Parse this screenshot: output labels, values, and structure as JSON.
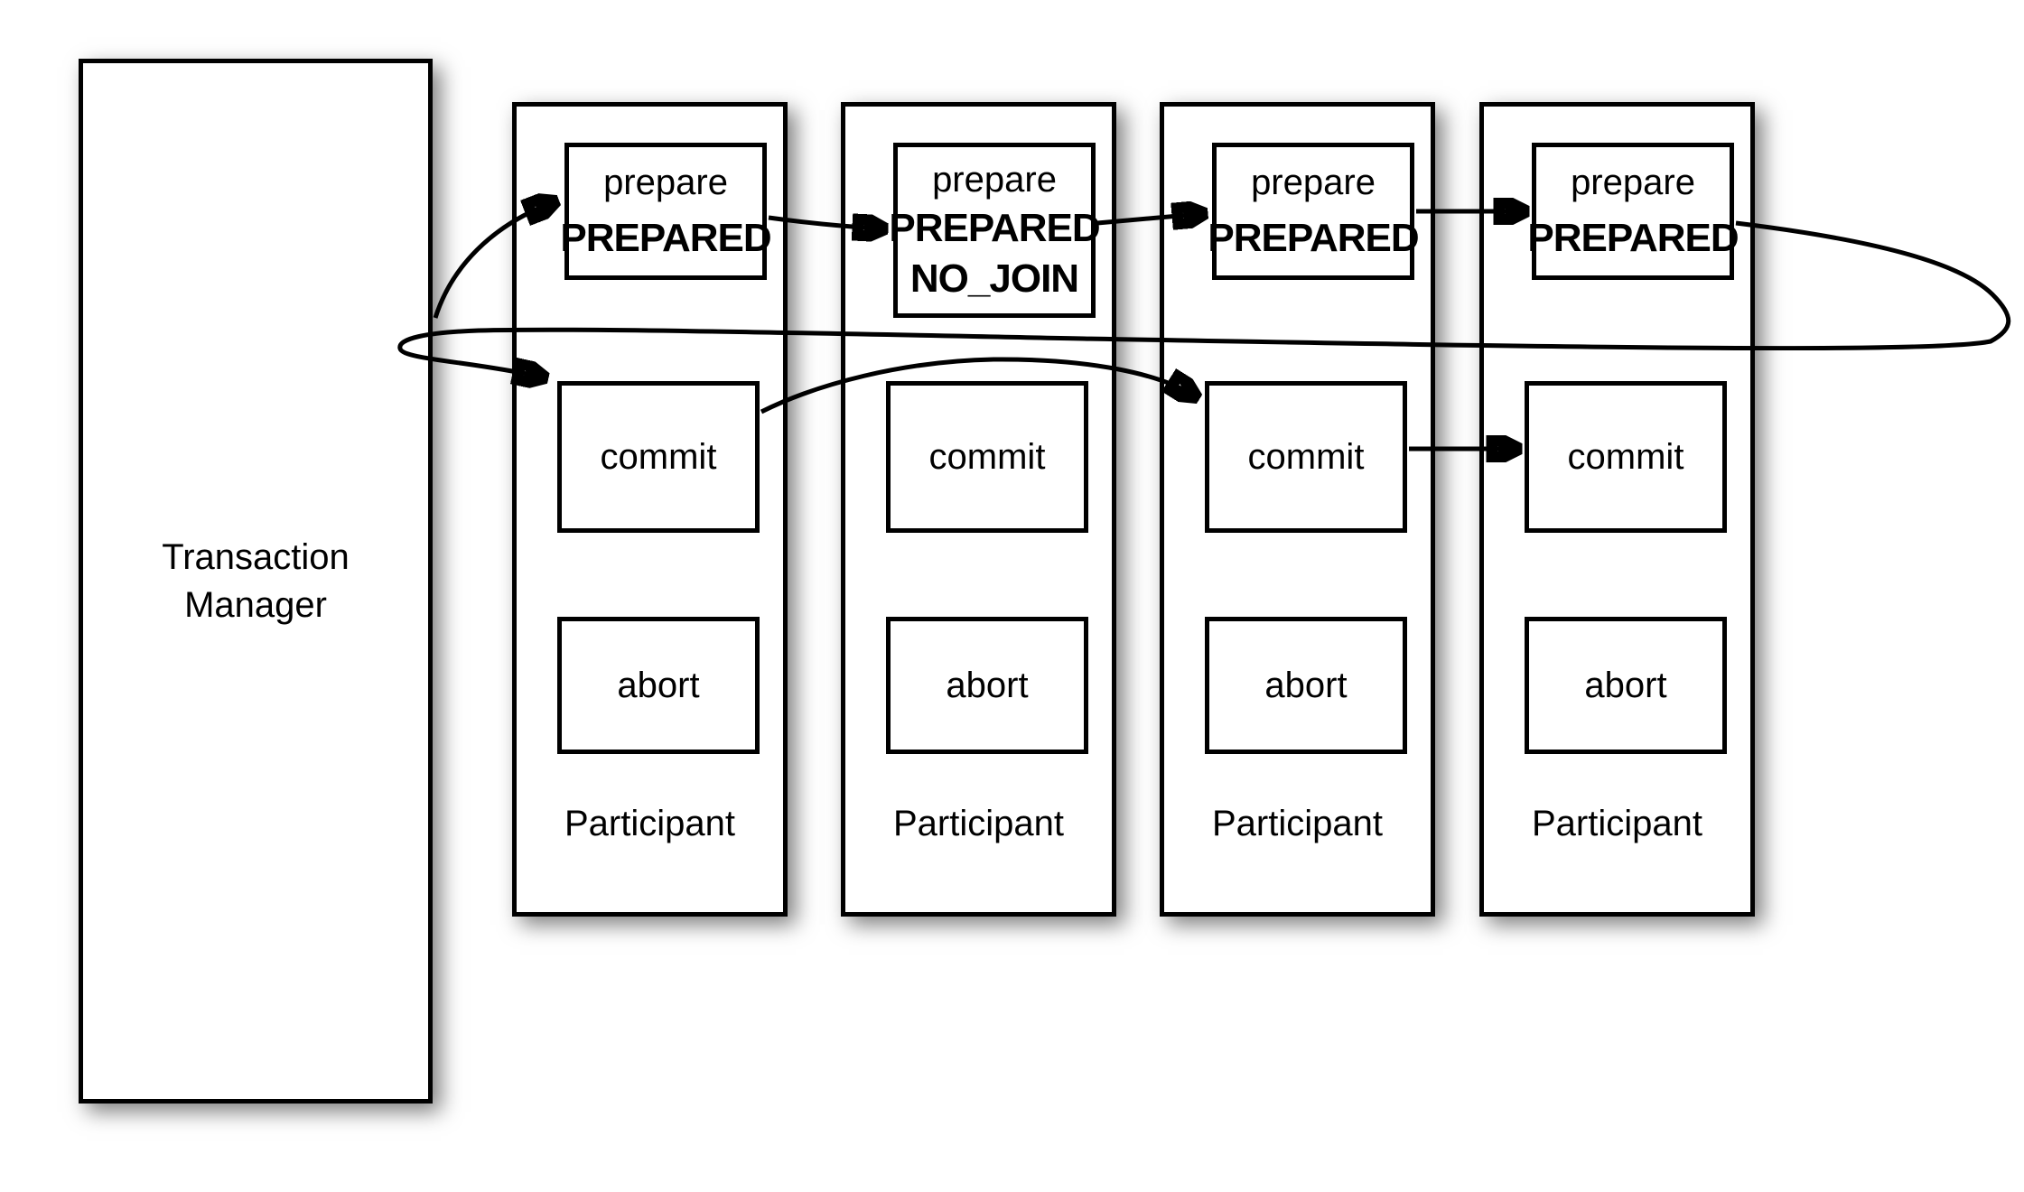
{
  "colors": {
    "line": "#000000",
    "background": "#ffffff",
    "box_fill": "#ffffff"
  },
  "transaction_manager": {
    "label_lines": [
      "Transaction",
      "Manager"
    ]
  },
  "participants": [
    {
      "label": "Participant",
      "prepare_action": "prepare",
      "prepare_states": [
        "PREPARED"
      ],
      "commit_action": "commit",
      "abort_action": "abort"
    },
    {
      "label": "Participant",
      "prepare_action": "prepare",
      "prepare_states": [
        "PREPARED",
        "NO_JOIN"
      ],
      "commit_action": "commit",
      "abort_action": "abort"
    },
    {
      "label": "Participant",
      "prepare_action": "prepare",
      "prepare_states": [
        "PREPARED"
      ],
      "commit_action": "commit",
      "abort_action": "abort"
    },
    {
      "label": "Participant",
      "prepare_action": "prepare",
      "prepare_states": [
        "PREPARED"
      ],
      "commit_action": "commit",
      "abort_action": "abort"
    }
  ],
  "arrows": [
    {
      "from": "transaction-manager",
      "to": "participant-1-prepare"
    },
    {
      "from": "participant-1-prepare",
      "to": "participant-2-prepare"
    },
    {
      "from": "participant-2-prepare",
      "to": "participant-3-prepare"
    },
    {
      "from": "participant-3-prepare",
      "to": "participant-4-prepare"
    },
    {
      "from": "participant-4-prepare",
      "to": "participant-1-commit",
      "note": "wraps around right edge and loops back to the left"
    },
    {
      "from": "participant-1-commit",
      "to": "participant-3-commit",
      "note": "skips participant 2 (NO_JOIN)"
    },
    {
      "from": "participant-3-commit",
      "to": "participant-4-commit"
    }
  ]
}
